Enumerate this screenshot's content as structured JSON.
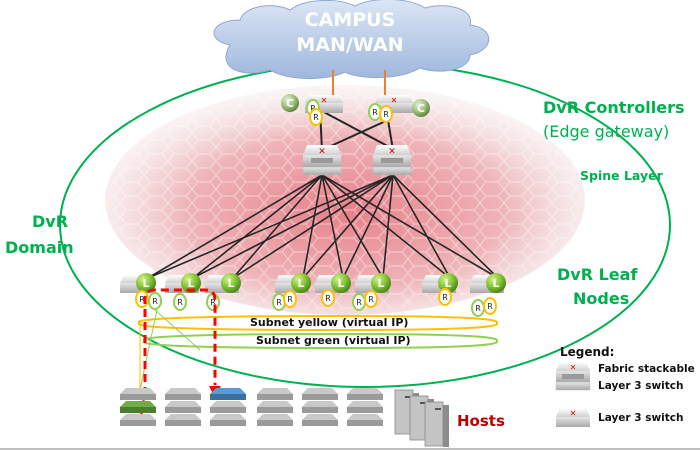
{
  "cloud": {
    "line1": "CAMPUS",
    "line2": "MAN/WAN"
  },
  "labels": {
    "controllers_title": "DvR Controllers",
    "controllers_sub": "(Edge gateway)",
    "spine": "Spine Layer",
    "domain_line1": "DvR",
    "domain_line2": "Domain",
    "leaf_line1": "DvR Leaf",
    "leaf_line2": "Nodes",
    "hosts": "Hosts"
  },
  "subnets": [
    {
      "name": "Subnet yellow (virtual IP)",
      "color": "#ffc000"
    },
    {
      "name": "Subnet green (virtual IP)",
      "color": "#92d050"
    }
  ],
  "badges": {
    "controller": "C",
    "leaf": "L",
    "router": "R"
  },
  "legend": {
    "title": "Legend:",
    "items": [
      {
        "icon": "fabric-stackable-switch-icon",
        "line1": "Fabric stackable",
        "line2": "Layer 3 switch"
      },
      {
        "icon": "layer3-switch-icon",
        "line1": "Layer 3 switch",
        "line2": ""
      }
    ]
  },
  "colors": {
    "domain_green": "#00b050",
    "uplink_orange": "#ed7d31",
    "flow_red": "#ff0000",
    "hosts_red": "#c00000",
    "cloud_blue": "#b4c7e7",
    "host_green": "#70ad47",
    "host_blue": "#5b9bd5"
  }
}
